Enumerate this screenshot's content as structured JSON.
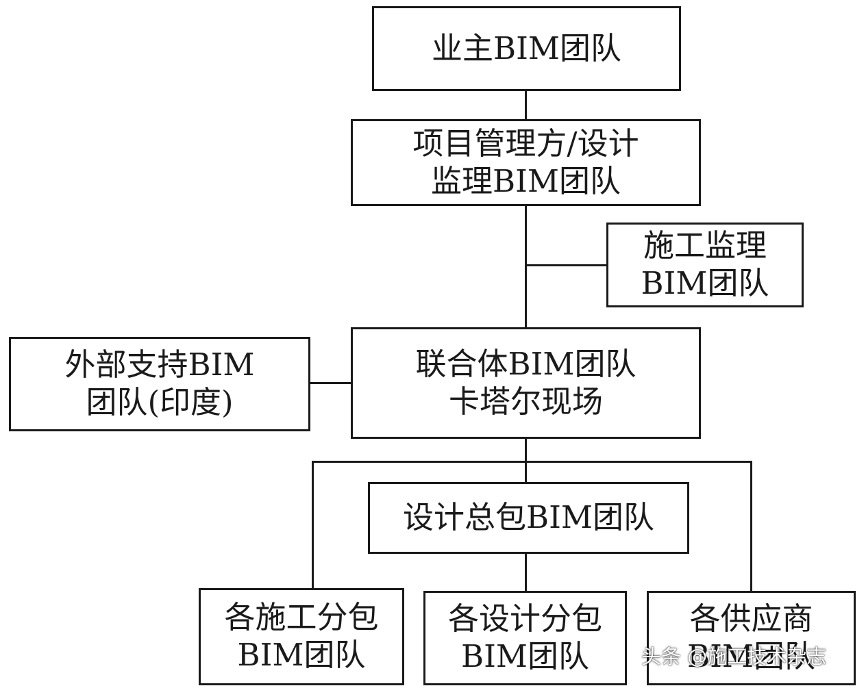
{
  "diagram": {
    "owner": {
      "lines": [
        "业主BIM团队"
      ]
    },
    "pm_design": {
      "lines": [
        "项目管理方/设计",
        "监理BIM团队"
      ]
    },
    "construction_supervision": {
      "lines": [
        "施工监理",
        "BIM团队"
      ]
    },
    "external_support": {
      "lines": [
        "外部支持BIM",
        "团队(印度)"
      ]
    },
    "consortium": {
      "lines": [
        "联合体BIM团队",
        "卡塔尔现场"
      ]
    },
    "design_general": {
      "lines": [
        "设计总包BIM团队"
      ]
    },
    "construction_subs": {
      "lines": [
        "各施工分包",
        "BIM团队"
      ]
    },
    "design_subs": {
      "lines": [
        "各设计分包",
        "BIM团队"
      ]
    },
    "suppliers": {
      "lines": [
        "各供应商",
        "BIM团队"
      ]
    }
  },
  "watermark": "头条 @施工技术杂志"
}
